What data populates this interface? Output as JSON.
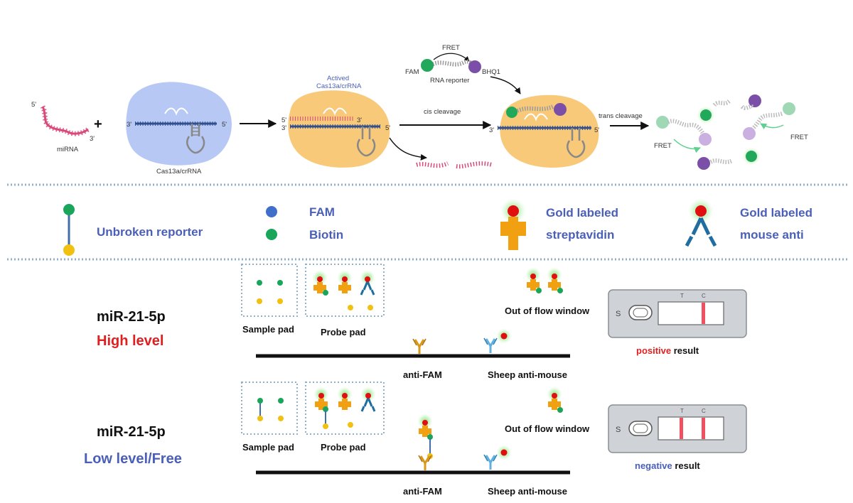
{
  "colors": {
    "mirna": "#d94a7a",
    "protein": "#f9c97a",
    "cas_blue": "#b7c8f5",
    "crrna_blue": "#2f4f8f",
    "fam_green": "#22a85a",
    "bhq_purple": "#7b4fa8",
    "legend_blue": "#4a5fb8",
    "gold": "#f0a010",
    "gold_red": "#e01010",
    "high_red": "#e02020",
    "low_blue": "#4a5fb8",
    "dotted_sep": "#8fb0c8",
    "fam_blue": "#3f6fc8",
    "biotin_green": "#1aa65a",
    "yellow": "#f2c010"
  },
  "top_panel": {
    "mirna": {
      "five_prime": "5'",
      "three_prime": "3'",
      "label": "miRNA"
    },
    "plus": "+",
    "cas13a_complex": {
      "label": "Cas13a/crRNA",
      "three_prime": "3'",
      "five_prime": "5'"
    },
    "activated": {
      "label_line1": "Actived",
      "label_line2": "Cas13a/crRNA",
      "five_prime_top": "5'",
      "three_prime_bottom": "3'",
      "three_prime_top": "3'",
      "five_prime_right": "5'"
    },
    "cis_cleavage": "cis cleavage",
    "reporter": {
      "fret": "FRET",
      "fam": "FAM",
      "bhq1": "BHQ1",
      "name": "RNA reporter"
    },
    "cleaving_complex": {
      "three_prime": "3'",
      "five_prime": "5'"
    },
    "trans_cleavage": "trans cleavage",
    "fret_left": "FRET",
    "fret_right": "FRET"
  },
  "legend": {
    "unbroken_reporter": "Unbroken reporter",
    "fam": "FAM",
    "biotin": "Biotin",
    "gold_streptavidin_line1": "Gold labeled",
    "gold_streptavidin_line2": "streptavidin",
    "gold_antibody_line1": "Gold labeled",
    "gold_antibody_line2": "mouse anti"
  },
  "high_panel": {
    "title_line1": "miR-21-5p",
    "title_line2": "High level",
    "sample_pad": "Sample pad",
    "probe_pad": "Probe pad",
    "out_of_flow": "Out of flow window",
    "anti_fam": "anti-FAM",
    "sheep_anti_mouse": "Sheep anti-mouse",
    "result_word": "positive",
    "result_suffix": " result",
    "cassette_S": "S",
    "cassette_T": "T",
    "cassette_C": "C"
  },
  "low_panel": {
    "title_line1": "miR-21-5p",
    "title_line2": "Low level/Free",
    "sample_pad": "Sample pad",
    "probe_pad": "Probe pad",
    "out_of_flow": "Out of flow window",
    "anti_fam": "anti-FAM",
    "sheep_anti_mouse": "Sheep anti-mouse",
    "result_word": "negative",
    "result_suffix": " result",
    "cassette_S": "S",
    "cassette_T": "T",
    "cassette_C": "C"
  }
}
